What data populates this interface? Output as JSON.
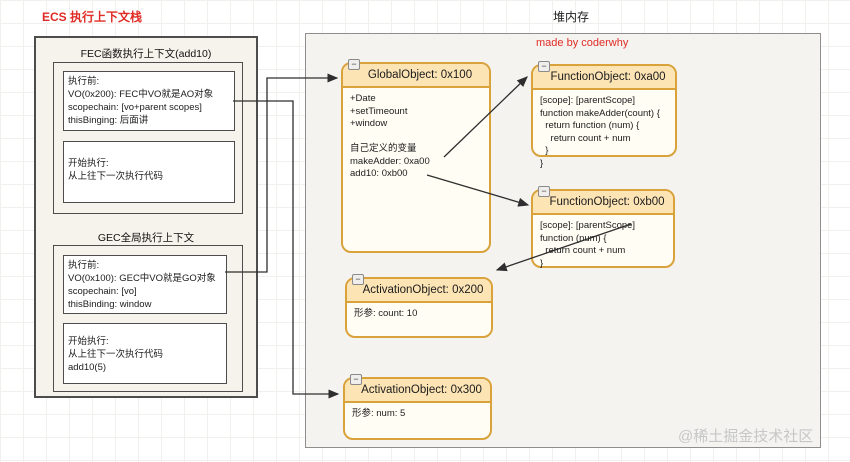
{
  "colors": {
    "accent_red": "#e02c26",
    "node_border": "#d9a23b",
    "node_header_bg": "#fce4b5",
    "node_body_bg": "#fffdf4",
    "heap_bg": "#f4f3f0",
    "stack_bg": "#f6f3ec"
  },
  "icons": {
    "collapse": "−"
  },
  "stack": {
    "title": "ECS 执行上下文栈",
    "fec": {
      "label": "FEC函数执行上下文(add10)",
      "before": [
        "执行前:",
        "VO(0x200): FEC中VO就是AO对象",
        "scopechain: [vo+parent scopes]",
        "thisBinging: 后面讲"
      ],
      "exec": [
        "开始执行:",
        "从上往下一次执行代码"
      ]
    },
    "gec": {
      "label": "GEC全局执行上下文",
      "before": [
        "执行前:",
        "VO(0x100): GEC中VO就是GO对象",
        "scopechain: [vo]",
        "thisBinding: window"
      ],
      "exec": [
        "开始执行:",
        "从上往下一次执行代码",
        "add10(5)"
      ]
    }
  },
  "heap": {
    "title": "堆内存",
    "credit": "made by coderwhy",
    "nodes": [
      {
        "title": "GlobalObject: 0x100",
        "lines": [
          "+Date",
          "+setTimeount",
          "+window",
          "",
          "自己定义的变量",
          "makeAdder: 0xa00",
          "add10: 0xb00"
        ]
      },
      {
        "title": "FunctionObject: 0xa00",
        "lines": [
          "[scope]: [parentScope]",
          "function makeAdder(count) {",
          "  return function (num) {",
          "    return count + num",
          "  }",
          "}"
        ]
      },
      {
        "title": "FunctionObject: 0xb00",
        "lines": [
          "[scope]: [parentScope]",
          "function (num) {",
          "  return count + num",
          "}"
        ]
      },
      {
        "title": "ActivationObject: 0x200",
        "lines": [
          "形参: count: 10"
        ]
      },
      {
        "title": "ActivationObject: 0x300",
        "lines": [
          "形参: num: 5"
        ]
      }
    ]
  },
  "page": {
    "watermark": "@稀土掘金技术社区"
  }
}
